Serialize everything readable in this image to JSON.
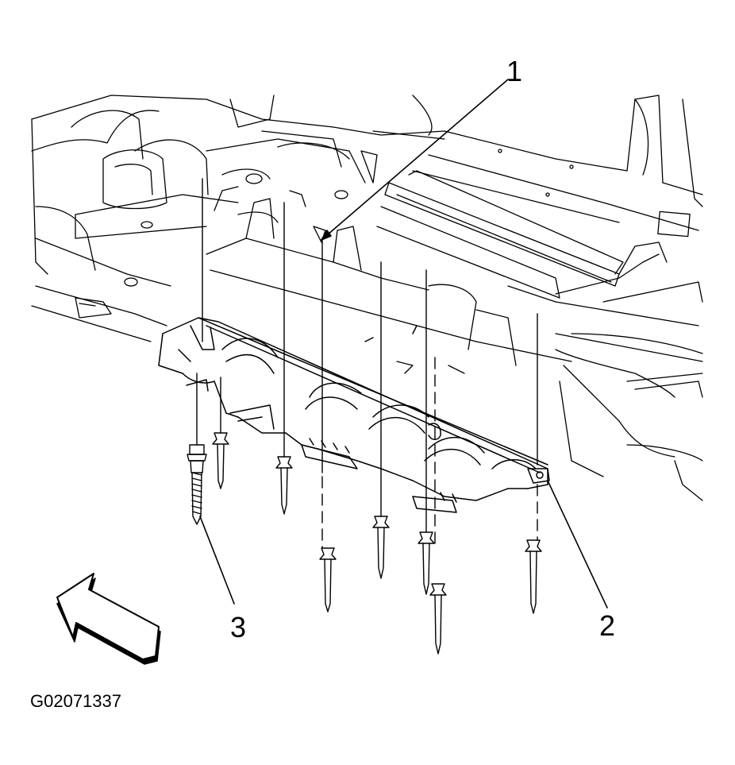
{
  "callouts": {
    "one": "1",
    "two": "2",
    "three": "3"
  },
  "figure_id": "G02071337",
  "colors": {
    "ink": "#000000",
    "paper": "#ffffff"
  },
  "icons": {
    "direction_arrow": "front-direction-arrow-icon"
  }
}
